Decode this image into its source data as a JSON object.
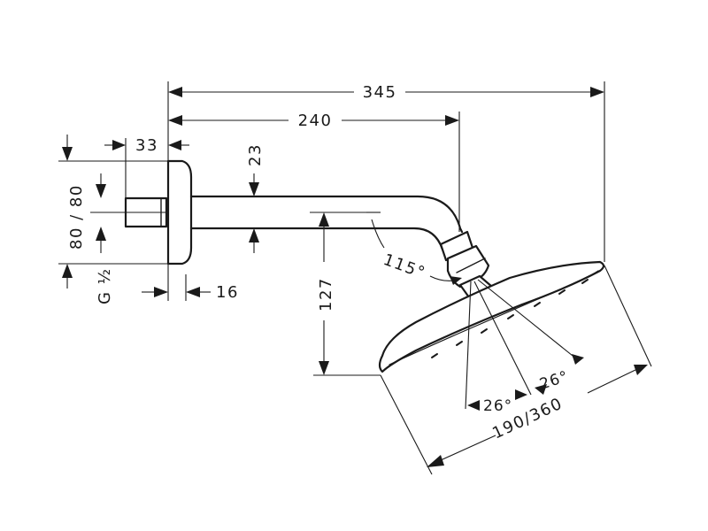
{
  "dimensions": {
    "total_length": "345",
    "arm_length": "240",
    "flange_offset": "33",
    "pipe_diameter": "23",
    "height": "127",
    "flange_depth": "16",
    "angle_arm": "115°",
    "wall_distance": "80 / 80",
    "thread": "G ½",
    "head_diameter": "190/360",
    "tilt_left": "26°",
    "tilt_right": "26°"
  }
}
